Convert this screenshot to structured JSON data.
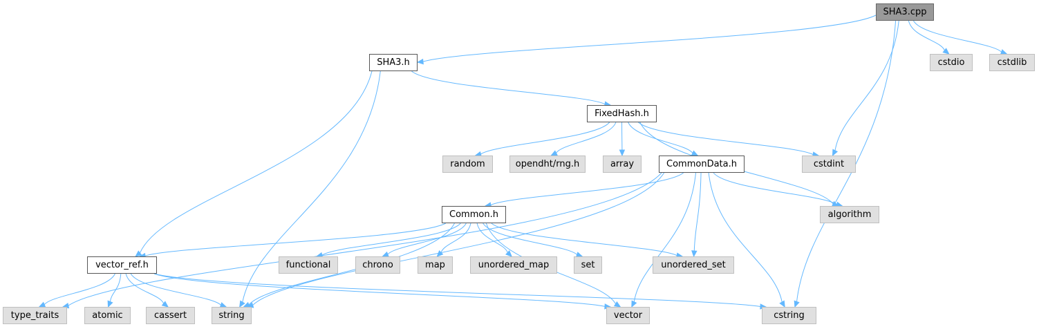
{
  "colors": {
    "edge": "#63b8ff",
    "root_fill": "#999999",
    "file_fill": "#ffffff",
    "system_fill": "#e0e0e0"
  },
  "nodes": [
    {
      "id": "sha3cpp",
      "label": "SHA3.cpp",
      "kind": "root"
    },
    {
      "id": "sha3h",
      "label": "SHA3.h",
      "kind": "file"
    },
    {
      "id": "cstdio",
      "label": "cstdio",
      "kind": "sys"
    },
    {
      "id": "cstdlib",
      "label": "cstdlib",
      "kind": "sys"
    },
    {
      "id": "fixedhash",
      "label": "FixedHash.h",
      "kind": "file"
    },
    {
      "id": "random",
      "label": "random",
      "kind": "sys"
    },
    {
      "id": "opendht",
      "label": "opendht/rng.h",
      "kind": "sys"
    },
    {
      "id": "array",
      "label": "array",
      "kind": "sys"
    },
    {
      "id": "commondata",
      "label": "CommonData.h",
      "kind": "file"
    },
    {
      "id": "cstdint",
      "label": "cstdint",
      "kind": "sys"
    },
    {
      "id": "common",
      "label": "Common.h",
      "kind": "file"
    },
    {
      "id": "algorithm",
      "label": "algorithm",
      "kind": "sys"
    },
    {
      "id": "vectorref",
      "label": "vector_ref.h",
      "kind": "file"
    },
    {
      "id": "functional",
      "label": "functional",
      "kind": "sys"
    },
    {
      "id": "chrono",
      "label": "chrono",
      "kind": "sys"
    },
    {
      "id": "map",
      "label": "map",
      "kind": "sys"
    },
    {
      "id": "umap",
      "label": "unordered_map",
      "kind": "sys"
    },
    {
      "id": "set",
      "label": "set",
      "kind": "sys"
    },
    {
      "id": "uset",
      "label": "unordered_set",
      "kind": "sys"
    },
    {
      "id": "typetraits",
      "label": "type_traits",
      "kind": "sys"
    },
    {
      "id": "atomic",
      "label": "atomic",
      "kind": "sys"
    },
    {
      "id": "cassert",
      "label": "cassert",
      "kind": "sys"
    },
    {
      "id": "string",
      "label": "string",
      "kind": "sys"
    },
    {
      "id": "vector",
      "label": "vector",
      "kind": "sys"
    },
    {
      "id": "cstring",
      "label": "cstring",
      "kind": "sys"
    }
  ],
  "edges": [
    [
      "sha3cpp",
      "sha3h"
    ],
    [
      "sha3cpp",
      "cstdio"
    ],
    [
      "sha3cpp",
      "cstdlib"
    ],
    [
      "sha3cpp",
      "cstdint"
    ],
    [
      "sha3cpp",
      "cstring"
    ],
    [
      "sha3h",
      "fixedhash"
    ],
    [
      "sha3h",
      "vectorref"
    ],
    [
      "sha3h",
      "string"
    ],
    [
      "fixedhash",
      "random"
    ],
    [
      "fixedhash",
      "opendht"
    ],
    [
      "fixedhash",
      "array"
    ],
    [
      "fixedhash",
      "commondata"
    ],
    [
      "fixedhash",
      "cstdint"
    ],
    [
      "fixedhash",
      "algorithm"
    ],
    [
      "commondata",
      "common"
    ],
    [
      "commondata",
      "algorithm"
    ],
    [
      "commondata",
      "uset"
    ],
    [
      "commondata",
      "typetraits"
    ],
    [
      "commondata",
      "string"
    ],
    [
      "commondata",
      "vector"
    ],
    [
      "commondata",
      "cstring"
    ],
    [
      "common",
      "vectorref"
    ],
    [
      "common",
      "functional"
    ],
    [
      "common",
      "chrono"
    ],
    [
      "common",
      "map"
    ],
    [
      "common",
      "umap"
    ],
    [
      "common",
      "set"
    ],
    [
      "common",
      "uset"
    ],
    [
      "common",
      "string"
    ],
    [
      "common",
      "vector"
    ],
    [
      "vectorref",
      "typetraits"
    ],
    [
      "vectorref",
      "atomic"
    ],
    [
      "vectorref",
      "cassert"
    ],
    [
      "vectorref",
      "string"
    ],
    [
      "vectorref",
      "vector"
    ],
    [
      "vectorref",
      "cstring"
    ]
  ]
}
